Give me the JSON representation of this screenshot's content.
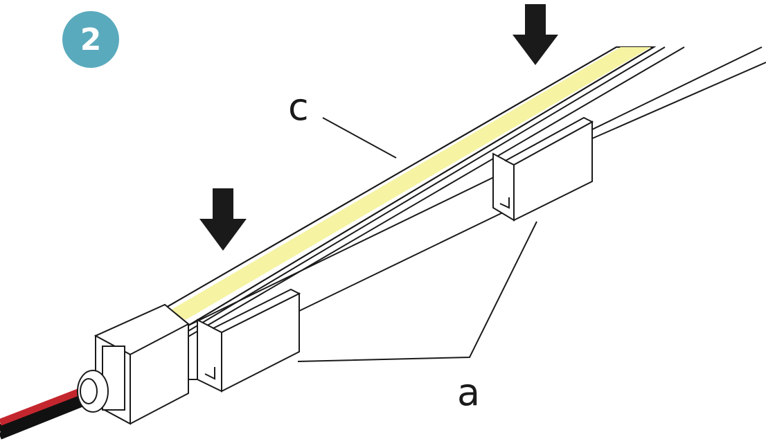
{
  "step": {
    "number": "2"
  },
  "labels": {
    "profile": "c",
    "clips": "a"
  },
  "colors": {
    "badge": "#5aaabd",
    "led_strip": "#f6f3a2",
    "outline": "#1a1a1a",
    "arrow": "#1a1a1a",
    "cable_red": "#c4262e",
    "cable_black": "#111111"
  },
  "icons": [
    "down-arrow-icon",
    "down-arrow-icon"
  ]
}
